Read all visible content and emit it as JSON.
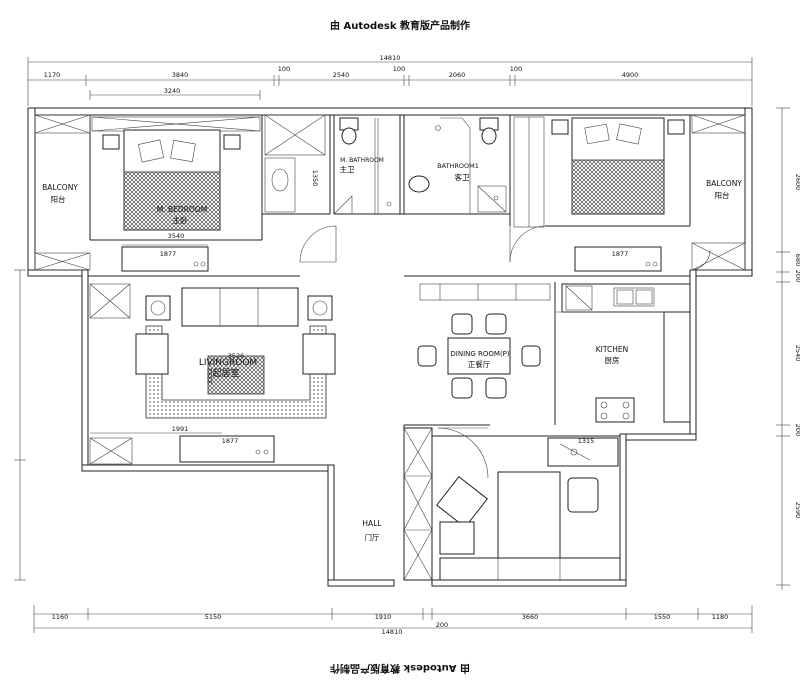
{
  "watermark": {
    "top": "由 Autodesk 教育版产品制作",
    "bottom": "由 Autodesk 教育版产品制作"
  },
  "dimensions": {
    "top_total": "14810",
    "top_segments": [
      "1170",
      "3840",
      "100",
      "2540",
      "100",
      "2060",
      "100",
      "4900"
    ],
    "top_inner": "3240",
    "bottom_total": "14810",
    "bottom_segments": [
      "1160",
      "5150",
      "1910",
      "200",
      "3660",
      "1550",
      "1180"
    ],
    "bedroom_width": "3540",
    "bathroom_height": "1350",
    "tv_cabinet_bedroom": "1877",
    "tv_cabinet_second": "1877",
    "tv_cabinet_living": "1877",
    "living_cabinet": "1991",
    "study_shelf": "1315",
    "right_side": [
      "2600",
      "680",
      "200",
      "2540",
      "200",
      "2590"
    ],
    "living_label_extra": [
      "3526",
      "3352"
    ]
  },
  "rooms": {
    "balcony_left": {
      "en": "BALCONY",
      "cn": "阳台"
    },
    "master_bedroom": {
      "en": "M. BEDROOM",
      "cn": "主卧"
    },
    "master_bathroom": {
      "en": "M. BATHROOM",
      "cn": "主卫"
    },
    "bathroom1": {
      "en": "BATHROOM1",
      "cn": "客卫"
    },
    "balcony_right": {
      "en": "BALCONY",
      "cn": "阳台"
    },
    "living_room": {
      "en": "LIVINGROOM",
      "cn": "起居室"
    },
    "dining_room": {
      "en": "DINING ROOM(P)",
      "cn": "正餐厅"
    },
    "kitchen": {
      "en": "KITCHEN",
      "cn": "厨房"
    },
    "hall": {
      "en": "HALL",
      "cn": "门厅"
    }
  }
}
